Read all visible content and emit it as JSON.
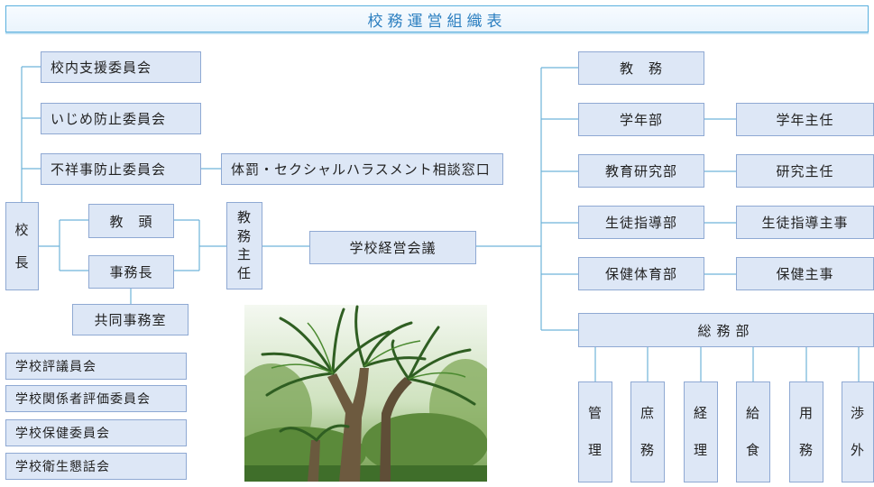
{
  "title": "校務運営組織表",
  "principal": [
    "校",
    "長"
  ],
  "left_committees": [
    "校内支援委員会",
    "いじめ防止委員会",
    "不祥事防止委員会"
  ],
  "harassment_window": "体罰・セクシャルハラスメント相談窓口",
  "vice_principal": "教　頭",
  "office_chief": "事務長",
  "shared_office": "共同事務室",
  "academic_head": [
    "教",
    "務",
    "主",
    "任"
  ],
  "school_council": "学校経営会議",
  "bottom_committees": [
    "学校評議員会",
    "学校関係者評価委員会",
    "学校保健委員会",
    "学校衛生懇話会"
  ],
  "right_departments": [
    {
      "name": "教　務",
      "head": ""
    },
    {
      "name": "学年部",
      "head": "学年主任"
    },
    {
      "name": "教育研究部",
      "head": "研究主任"
    },
    {
      "name": "生徒指導部",
      "head": "生徒指導主事"
    },
    {
      "name": "保健体育部",
      "head": "保健主事"
    }
  ],
  "general_affairs": "総務部",
  "general_affairs_sections": [
    [
      "管",
      "理"
    ],
    [
      "庶",
      "務"
    ],
    [
      "経",
      "理"
    ],
    [
      "給",
      "食"
    ],
    [
      "用",
      "務"
    ],
    [
      "渉",
      "外"
    ]
  ]
}
